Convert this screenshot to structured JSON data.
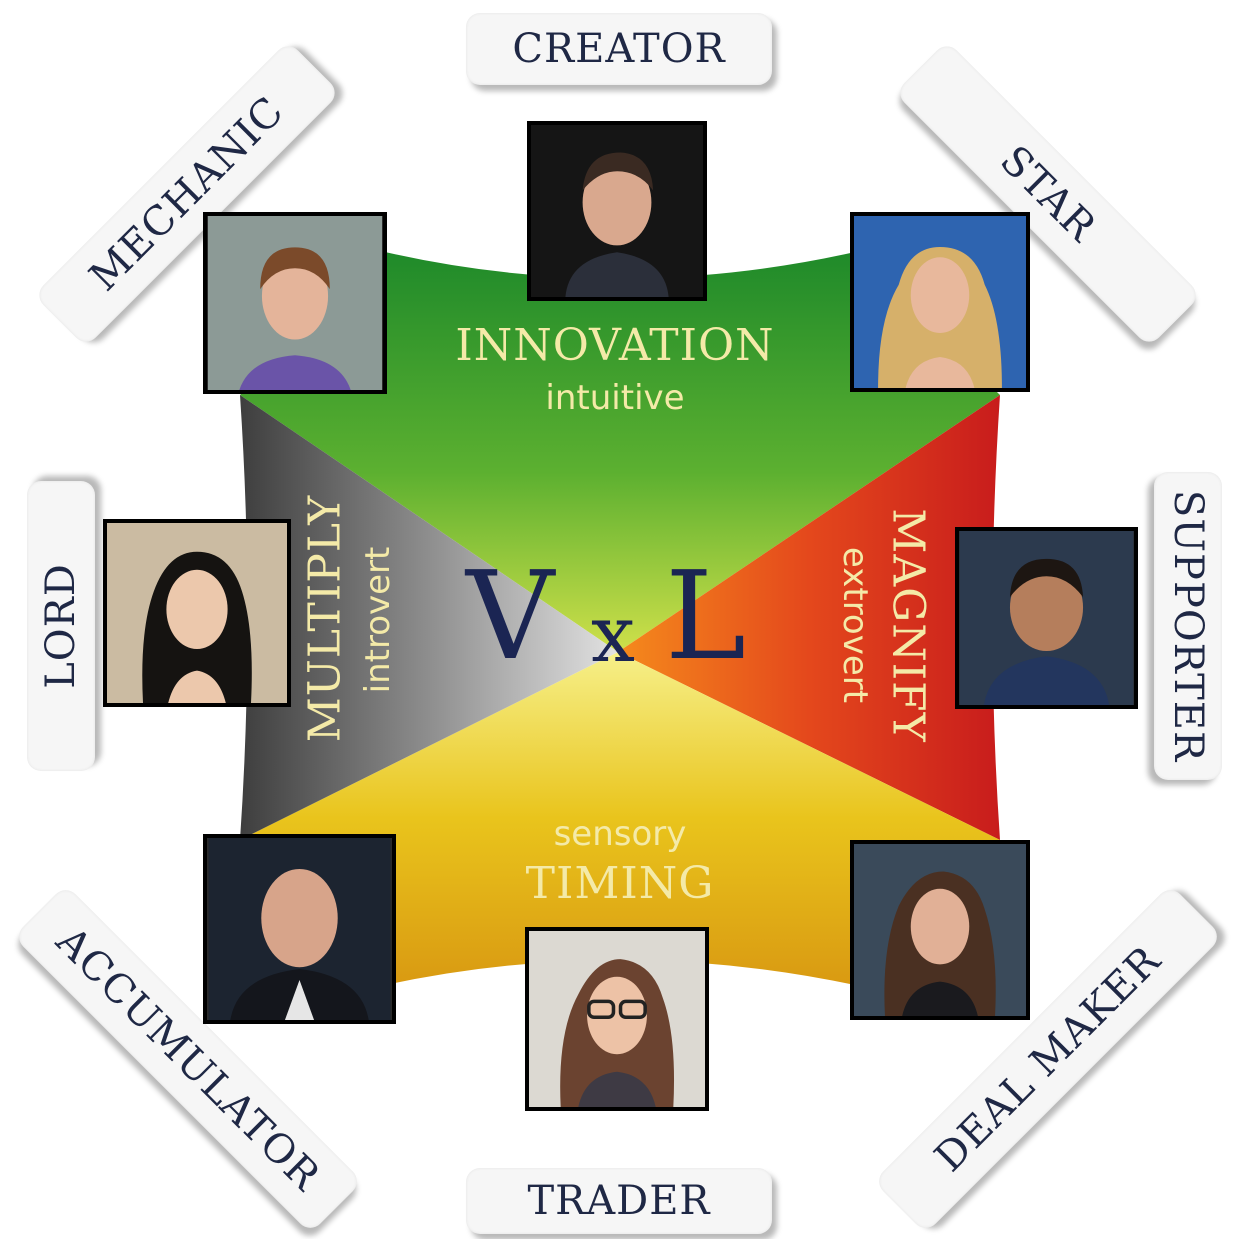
{
  "center": {
    "v": "V",
    "x": "x",
    "l": "L",
    "colors": {
      "innovation": "#2f9a2b",
      "magnify": "#d8301e",
      "timing": "#e8c21a",
      "multiply": "#6b6b6b",
      "label": "#f4eaa8",
      "vxl": "#1b2553"
    }
  },
  "quadrants": {
    "top": {
      "title": "INNOVATION",
      "subtitle": "intuitive"
    },
    "right": {
      "title": "MAGNIFY",
      "subtitle": "extrovert"
    },
    "bottom": {
      "title": "TIMING",
      "subtitle": "sensory"
    },
    "left": {
      "title": "MULTIPLY",
      "subtitle": "introvert"
    }
  },
  "profiles": {
    "creator": "CREATOR",
    "star": "STAR",
    "supporter": "SUPPORTER",
    "deal_maker": "DEAL MAKER",
    "trader": "TRADER",
    "accumulator": "ACCUMULATOR",
    "lord": "LORD",
    "mechanic": "MECHANIC"
  }
}
